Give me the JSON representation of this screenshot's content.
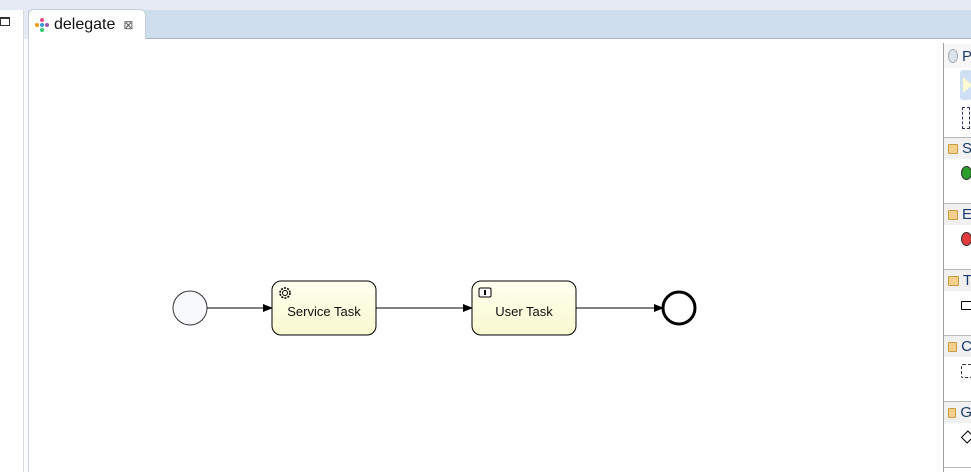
{
  "editor_tab": {
    "title": "delegate",
    "close_glyph": "⊠"
  },
  "diagram": {
    "tasks": [
      {
        "label": "Service Task",
        "type": "service",
        "icon": "gear-icon"
      },
      {
        "label": "User Task",
        "type": "user",
        "icon": "user-icon"
      }
    ],
    "colors": {
      "task_fill_top": "#fffff0",
      "task_fill_bottom": "#f8f8d0",
      "stroke": "#000000",
      "start_fill": "#f8f9fc"
    }
  },
  "palette": {
    "title": "P",
    "drawers": [
      {
        "label": "S"
      },
      {
        "label": "E"
      },
      {
        "label": "T"
      },
      {
        "label": "C"
      },
      {
        "label": "G"
      }
    ]
  }
}
